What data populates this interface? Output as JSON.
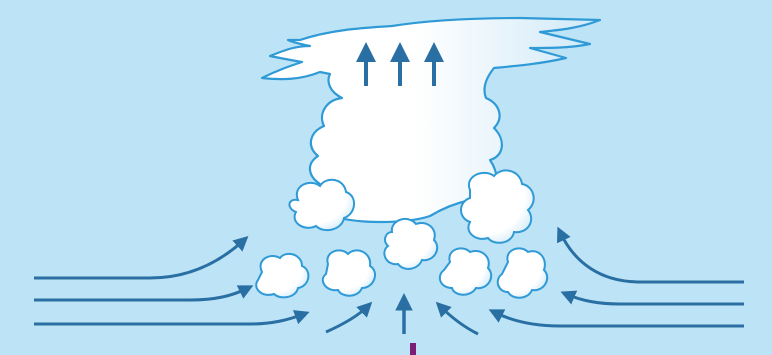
{
  "diagram": {
    "colors": {
      "sky": "#bde3f6",
      "cloud_outline": "#2f9ad6",
      "cloud_fill": "#ffffff",
      "cloud_shade": "#cfe9f8",
      "arrow": "#2a6fa3",
      "marker": "#7a1f74"
    },
    "elements": {
      "cloud": "cumulonimbus-cloud",
      "updraft_arrows": [
        "up-arrow",
        "up-arrow",
        "up-arrow"
      ],
      "inflow_arrows_left": [
        "inflow-arrow",
        "inflow-arrow",
        "inflow-arrow",
        "inflow-arrow"
      ],
      "inflow_arrows_right": [
        "inflow-arrow",
        "inflow-arrow",
        "inflow-arrow",
        "inflow-arrow"
      ],
      "center_arrow": "up-arrow"
    }
  }
}
